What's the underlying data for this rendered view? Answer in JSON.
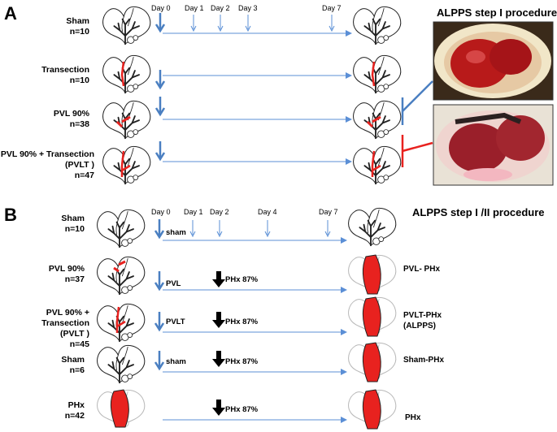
{
  "panel_a": {
    "letter": "A",
    "title": "ALPPS step I procedure",
    "days": [
      "Day 0",
      "Day 1",
      "Day 2",
      "Day 3",
      "Day 7"
    ],
    "groups": [
      {
        "line1": "Sham",
        "line2": "n=10",
        "line3": ""
      },
      {
        "line1": "Transection",
        "line2": "n=10",
        "line3": ""
      },
      {
        "line1": "PVL 90%",
        "line2": "n=38",
        "line3": ""
      },
      {
        "line1": "PVL 90% + Transection",
        "line2": "(PVLT )",
        "line3": "n=47"
      }
    ]
  },
  "panel_b": {
    "letter": "B",
    "title": "ALPPS step I /II procedure",
    "days": [
      "Day 0",
      "Day 1",
      "Day 2",
      "Day 4",
      "Day 7"
    ],
    "groups": [
      {
        "line1": "Sham",
        "line2": "n=10",
        "line3": "",
        "step1": "sham",
        "step2": "",
        "outcome1": "",
        "outcome2": ""
      },
      {
        "line1": "PVL 90%",
        "line2": "n=37",
        "line3": "",
        "step1": "PVL",
        "step2": "PHx 87%",
        "outcome1": "PVL- PHx",
        "outcome2": ""
      },
      {
        "line1": "PVL 90% + Transection",
        "line2": "(PVLT )",
        "line3": "n=45",
        "step1": "PVLT",
        "step2": "PHx 87%",
        "outcome1": "PVLT-PHx",
        "outcome2": "(ALPPS)"
      },
      {
        "line1": "Sham",
        "line2": "n=6",
        "line3": "",
        "step1": "sham",
        "step2": "PHx 87%",
        "outcome1": "Sham-PHx",
        "outcome2": ""
      },
      {
        "line1": "PHx",
        "line2": "n=42",
        "line3": "",
        "step1": "",
        "step2": "PHx 87%",
        "outcome1": "PHx",
        "outcome2": ""
      }
    ]
  },
  "colors": {
    "arrow_blue": "#4a7fc1",
    "timeline_blue": "#5b8fd6",
    "red": "#e8221f",
    "liver_outline": "#222222",
    "liver_faded": "#b8b8b8"
  }
}
